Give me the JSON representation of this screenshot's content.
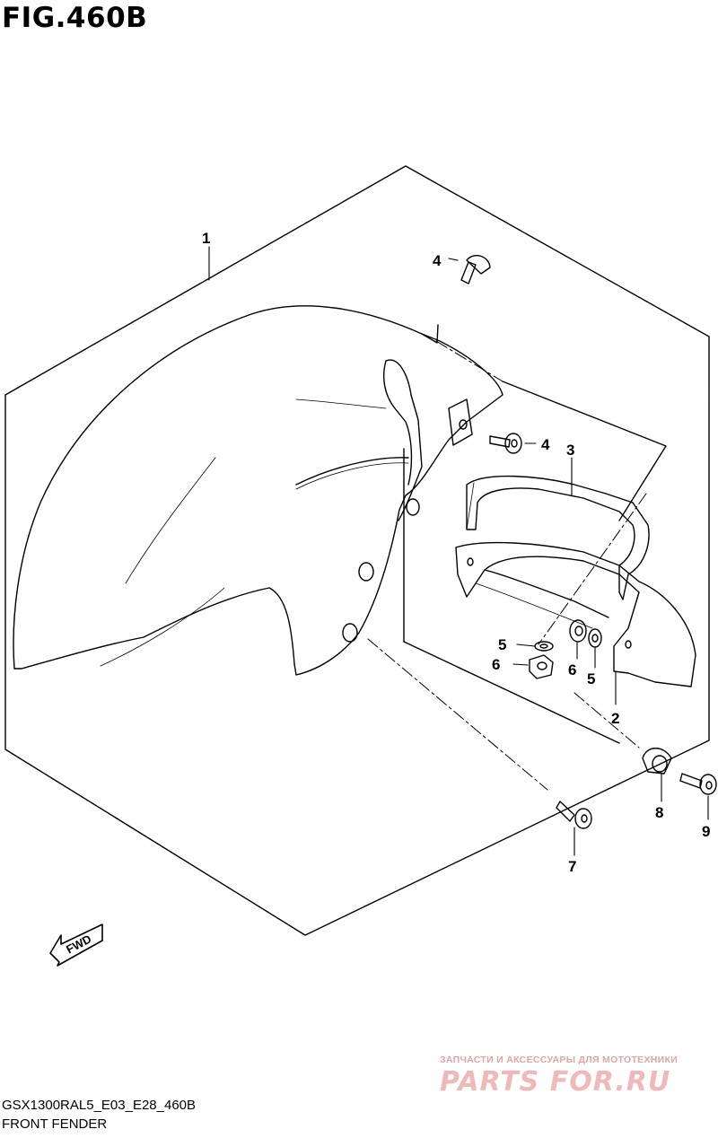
{
  "figure": {
    "title": "FIG.460B",
    "model_code": "GSX1300RAL5_E03_E28_460B",
    "section_name": "FRONT FENDER"
  },
  "callouts": [
    {
      "id": "1",
      "label": "1"
    },
    {
      "id": "2",
      "label": "2"
    },
    {
      "id": "3",
      "label": "3"
    },
    {
      "id": "4a",
      "label": "4"
    },
    {
      "id": "4b",
      "label": "4"
    },
    {
      "id": "5a",
      "label": "5"
    },
    {
      "id": "5b",
      "label": "5"
    },
    {
      "id": "6a",
      "label": "6"
    },
    {
      "id": "6b",
      "label": "6"
    },
    {
      "id": "7",
      "label": "7"
    },
    {
      "id": "8",
      "label": "8"
    },
    {
      "id": "9",
      "label": "9"
    }
  ],
  "direction_indicator": {
    "label": "FWD",
    "icon": "fwd-arrow-icon"
  },
  "watermark": {
    "tagline": "ЗАПЧАСТИ И АКСЕССУАРЫ ДЛЯ МОТОТЕХНИКИ",
    "logo": "PARTS FOR.RU"
  },
  "colors": {
    "line": "#000000",
    "watermark": "#f0b8b8"
  }
}
